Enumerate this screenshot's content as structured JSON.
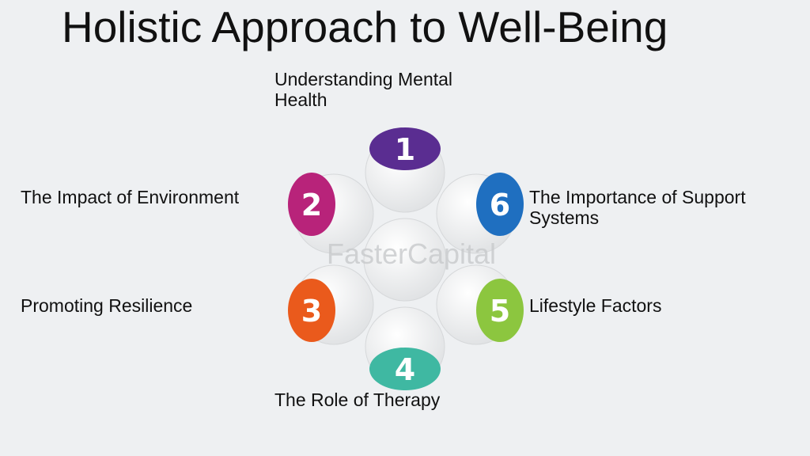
{
  "title": "Holistic Approach to Well-Being",
  "watermark": "FasterCapital",
  "items": [
    {
      "number": "1",
      "label": "Understanding Mental Health",
      "color": "#5a2d91"
    },
    {
      "number": "2",
      "label": "The Impact of Environment",
      "color": "#b8237a"
    },
    {
      "number": "3",
      "label": "Promoting Resilience",
      "color": "#ea5a1c"
    },
    {
      "number": "4",
      "label": "The Role of Therapy",
      "color": "#3fb8a2"
    },
    {
      "number": "5",
      "label": "Lifestyle Factors",
      "color": "#8cc63f"
    },
    {
      "number": "6",
      "label": "The Importance of Support Systems",
      "color": "#1f6fc0"
    }
  ]
}
